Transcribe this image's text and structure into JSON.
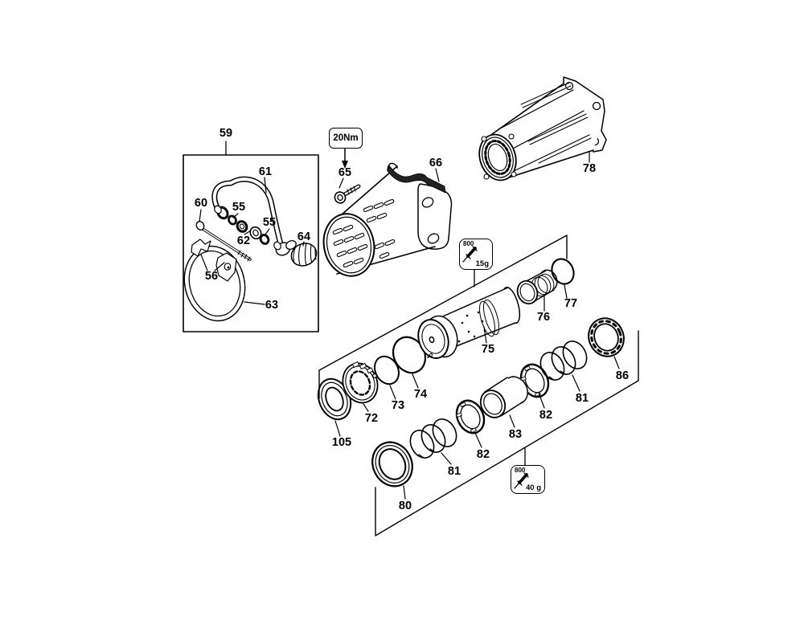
{
  "colors": {
    "background": "#ffffff",
    "line": "#000000",
    "shading": "#222222"
  },
  "diagram": {
    "type": "exploded-parts-diagram",
    "torque_callout": {
      "label": "20Nm"
    },
    "grease_callouts": [
      {
        "code": "800",
        "amount": "15g"
      },
      {
        "code": "800",
        "amount": "40 g"
      }
    ],
    "callouts": [
      {
        "label": "59"
      },
      {
        "label": "61"
      },
      {
        "label": "60"
      },
      {
        "label": "55"
      },
      {
        "label": "55"
      },
      {
        "label": "62"
      },
      {
        "label": "64"
      },
      {
        "label": "56"
      },
      {
        "label": "63"
      },
      {
        "label": "65"
      },
      {
        "label": "66"
      },
      {
        "label": "78"
      },
      {
        "label": "105"
      },
      {
        "label": "72"
      },
      {
        "label": "73"
      },
      {
        "label": "74"
      },
      {
        "label": "75"
      },
      {
        "label": "76"
      },
      {
        "label": "77"
      },
      {
        "label": "86"
      },
      {
        "label": "81"
      },
      {
        "label": "82"
      },
      {
        "label": "83"
      },
      {
        "label": "82"
      },
      {
        "label": "81"
      },
      {
        "label": "80"
      }
    ]
  }
}
